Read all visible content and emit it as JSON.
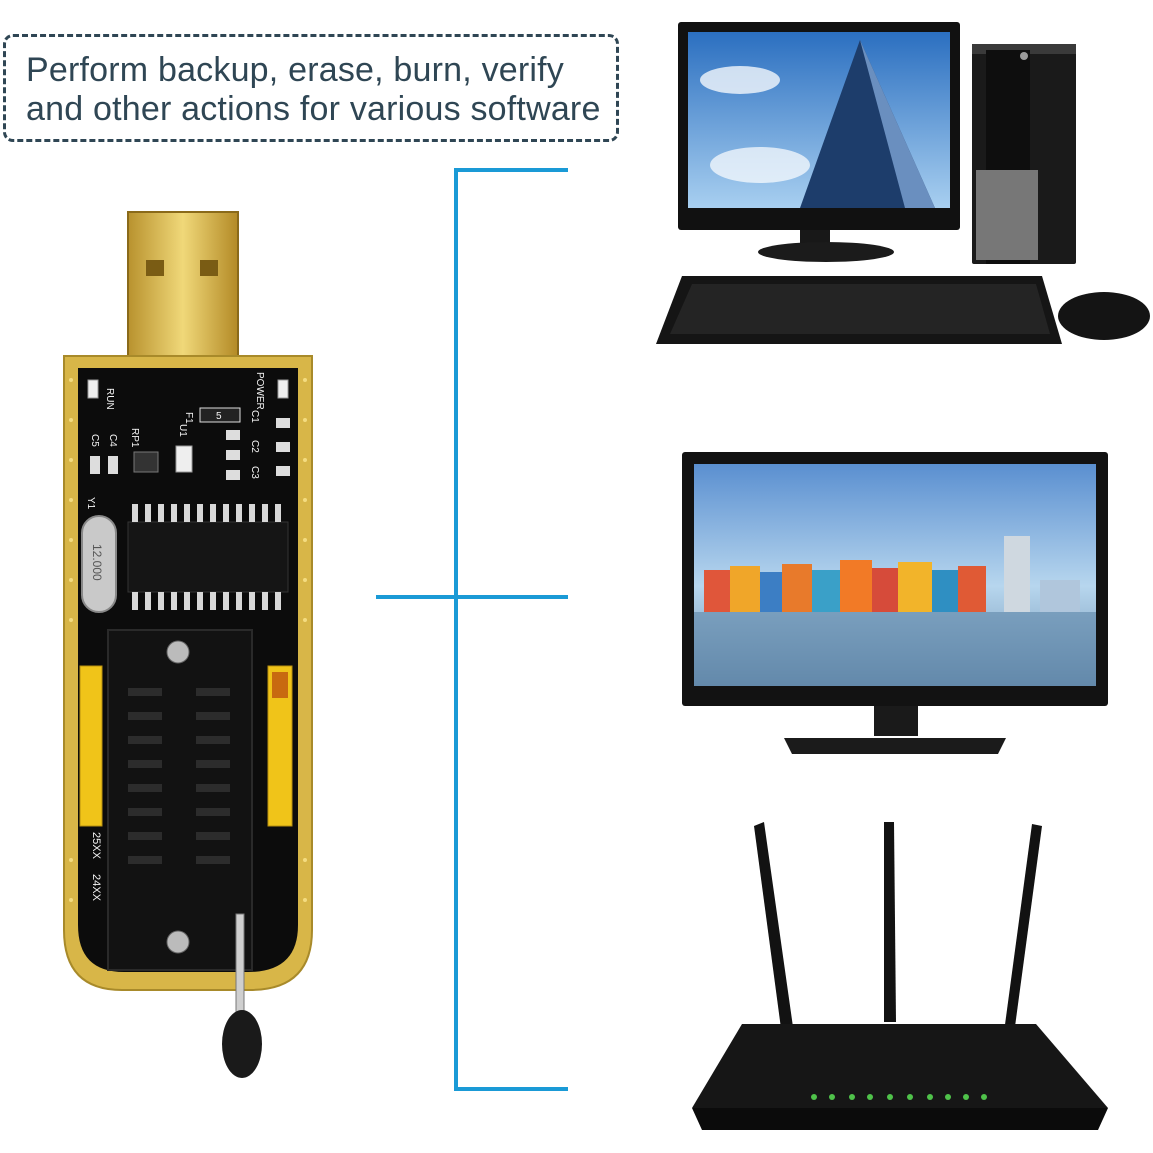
{
  "caption": {
    "line1": "Perform backup, erase, burn, verify",
    "line2": "and other actions for various software"
  },
  "programmer": {
    "silkscreen": {
      "run": "RUN",
      "power": "POWER",
      "chip_u1": "U1",
      "rp1": "RP1",
      "f1": "F1",
      "f1_value": "5",
      "c5": "C5",
      "c4": "C4",
      "c1": "C1",
      "c2": "C2",
      "c3": "C3",
      "crystal": "Y1",
      "crystal_value": "12.000",
      "mode_25": "25XX",
      "mode_24": "24XX"
    }
  },
  "devices": [
    "desktop-computer",
    "monitor",
    "wifi-router"
  ],
  "colors": {
    "caption_text": "#2f4654",
    "connector": "#1a9ad6",
    "pcb": "#0c0c0c",
    "gold": "#d8b648",
    "pin_header": "#f0c419"
  }
}
